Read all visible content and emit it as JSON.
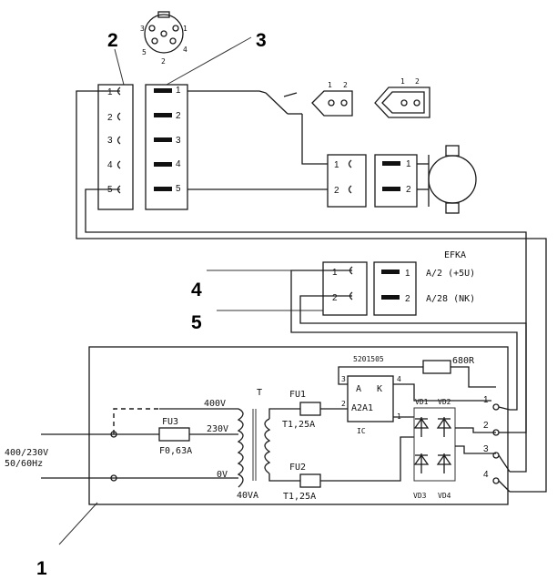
{
  "callouts": {
    "c1": "1",
    "c2": "2",
    "c3": "3",
    "c4": "4",
    "c5": "5"
  },
  "din_pins": [
    "3",
    "1",
    "5",
    "4",
    "2"
  ],
  "connector_pins": [
    "1",
    "2",
    "3",
    "4",
    "5"
  ],
  "plug_pins": [
    "1",
    "2"
  ],
  "motor_pins": [
    "1",
    "2"
  ],
  "efka": {
    "title": "EFKA",
    "pins": [
      "1",
      "2"
    ],
    "a2": "A/2 (+5U)",
    "a28": "A/28 (NK)"
  },
  "power_box": {
    "mains": "400/230V",
    "freq": "50/60Hz",
    "v400": "400V",
    "v230": "230V",
    "v0": "0V",
    "transformer": "T",
    "va": "40VA",
    "fu3": "FU3",
    "fu3_rating": "F0,63A",
    "fu1": "FU1",
    "fu1_rating": "T1,25A",
    "fu2": "FU2",
    "fu2_rating": "T1,25A",
    "ic_part": "5201505",
    "resistor": "680R",
    "ic_a": "A",
    "ic_k": "K",
    "ic_name": "A2A1",
    "ic_label": "IC",
    "ic_pin2": "2",
    "ic_pin3": "3",
    "ic_pin4": "4",
    "ic_pin1": "1",
    "vd1": "VD1",
    "vd2": "VD2",
    "vd3": "VD3",
    "vd4": "VD4",
    "terminals": [
      "1",
      "2",
      "3",
      "4"
    ]
  }
}
